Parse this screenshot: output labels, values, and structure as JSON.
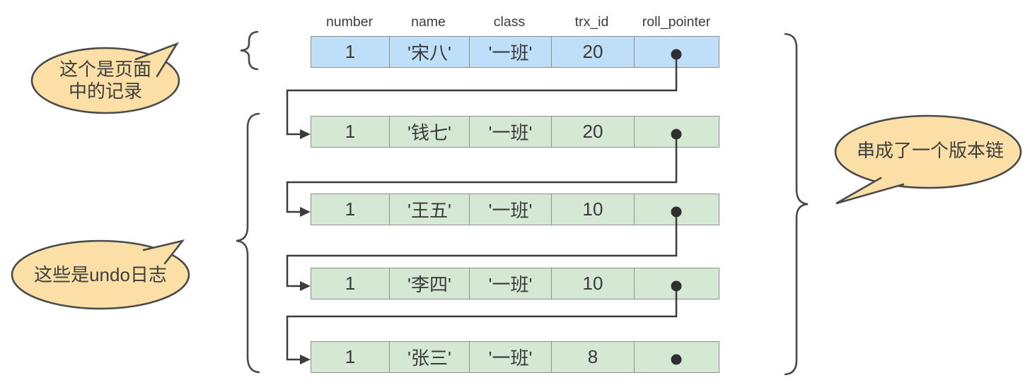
{
  "colors": {
    "page_record_fill": "#bfdef7",
    "undo_log_fill": "#d5e8d4",
    "callout_fill": "#fcdfa6",
    "border_gray": "#8f8f8f",
    "line_dark": "#3c3c3c"
  },
  "table": {
    "columns": [
      "number",
      "name",
      "class",
      "trx_id",
      "roll_pointer"
    ],
    "page_record": [
      "1",
      "'宋八'",
      "'一班'",
      "20"
    ],
    "undo_logs": [
      [
        "1",
        "'钱七'",
        "'一班'",
        "20"
      ],
      [
        "1",
        "'王五'",
        "'一班'",
        "10"
      ],
      [
        "1",
        "'李四'",
        "'一班'",
        "10"
      ],
      [
        "1",
        "'张三'",
        "'一班'",
        "8"
      ]
    ]
  },
  "callouts": {
    "page_record_line1": "这个是页面",
    "page_record_line2": "中的记录",
    "undo_logs": "这些是undo日志",
    "version_chain": "串成了一个版本链"
  }
}
